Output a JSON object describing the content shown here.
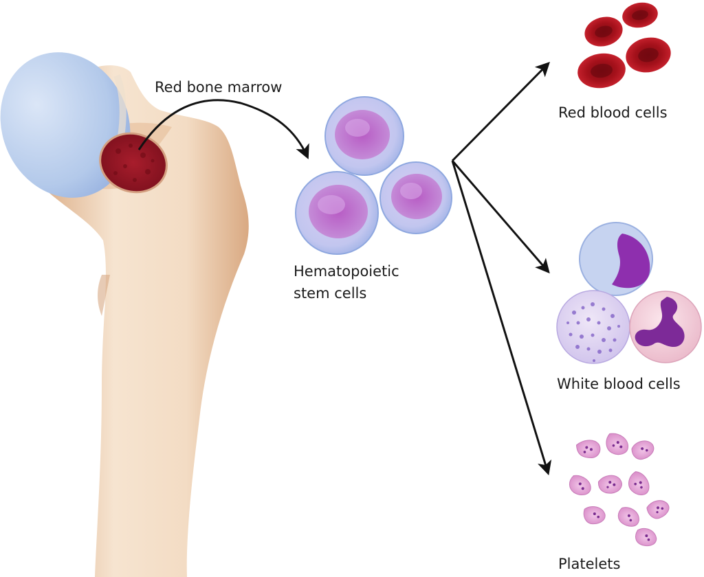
{
  "labels": {
    "marrow": "Red bone marrow",
    "stem_line1": "Hematopoietic",
    "stem_line2": "stem cells",
    "rbc": "Red blood cells",
    "wbc": "White blood cells",
    "platelets": "Platelets"
  },
  "colors": {
    "bone": "#f1d8be",
    "bone_shade": "#e2b894",
    "cartilage": "#b9cdeb",
    "marrow": "#9b1826",
    "rbc": "#b3121c",
    "stem_cell": "#c9c6ee",
    "stem_nucleus": "#a65cc2",
    "platelet": "#e3a9d6",
    "arrow": "#111111"
  }
}
